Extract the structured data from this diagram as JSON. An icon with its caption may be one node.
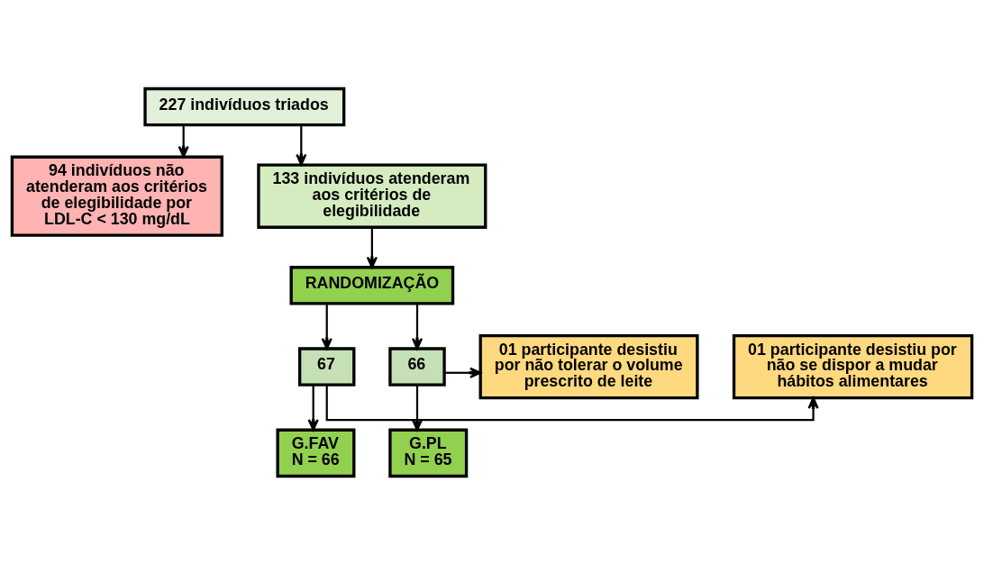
{
  "diagram": {
    "nodes": [
      {
        "text": [
          "227 indivíduos triados"
        ]
      },
      {
        "text": [
          "94 indivíduos não atenderam aos critérios de elegibilidade por LDL-C < 130 mg/dL"
        ]
      },
      {
        "text": [
          "133 indivíduos atenderam aos critérios de elegibilidade"
        ]
      },
      {
        "text": [
          "RANDOMIZAÇÃO"
        ]
      },
      {
        "text": [
          "01 participante desistiu por não se dispor a mudar hábitos alimentares"
        ]
      },
      {
        "text": [
          "67"
        ]
      },
      {
        "text": [
          "66"
        ]
      },
      {
        "text": [
          "01 participante desistiu por não tolerar o volume prescrito de leite"
        ]
      },
      {
        "text": [
          "G.FAV",
          "N = 66"
        ]
      },
      {
        "text": [
          "G.PL",
          "N = 65"
        ]
      }
    ],
    "edges": [
      {
        "from": 0,
        "to": 1,
        "arrow": "to"
      },
      {
        "from": 0,
        "to": 2,
        "arrow": "to"
      },
      {
        "from": 2,
        "to": 3,
        "arrow": "to"
      },
      {
        "from": 3,
        "to": 5,
        "arrow": "to"
      },
      {
        "from": 3,
        "to": 6,
        "arrow": "to"
      },
      {
        "from": 5,
        "to": 4,
        "arrow": "to"
      },
      {
        "from": 6,
        "to": 7,
        "arrow": "to"
      },
      {
        "from": 5,
        "to": 8,
        "arrow": "to"
      },
      {
        "from": 6,
        "to": 9,
        "arrow": "to"
      }
    ]
  }
}
